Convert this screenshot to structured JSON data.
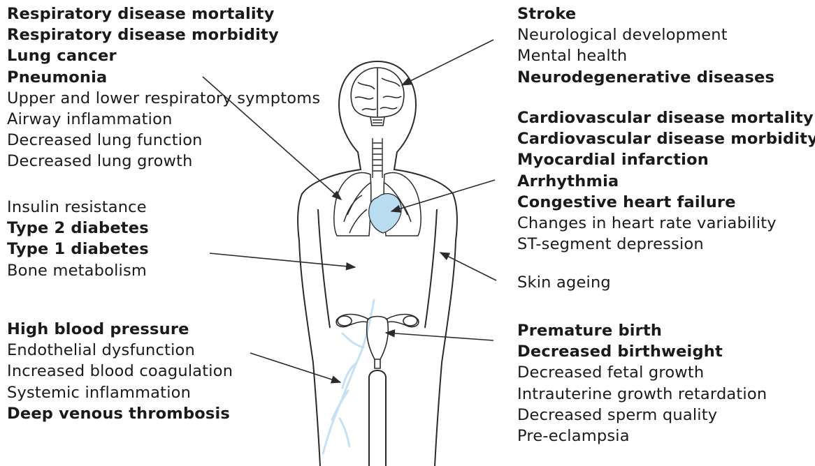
{
  "groups": [
    {
      "id": "respiratory",
      "items": [
        {
          "text": "Respiratory disease mortality",
          "bold": true
        },
        {
          "text": "Respiratory disease morbidity",
          "bold": true
        },
        {
          "text": "Lung cancer",
          "bold": true
        },
        {
          "text": "Pneumonia",
          "bold": true
        },
        {
          "text": "Upper and lower respiratory symptoms",
          "bold": false
        },
        {
          "text": "Airway inflammation",
          "bold": false
        },
        {
          "text": "Decreased lung function",
          "bold": false
        },
        {
          "text": "Decreased lung growth",
          "bold": false
        }
      ]
    },
    {
      "id": "metabolic",
      "items": [
        {
          "text": "Insulin resistance",
          "bold": false
        },
        {
          "text": "Type 2 diabetes",
          "bold": true
        },
        {
          "text": "Type 1 diabetes",
          "bold": true
        },
        {
          "text": "Bone metabolism",
          "bold": false
        }
      ]
    },
    {
      "id": "vascular",
      "items": [
        {
          "text": "High blood pressure",
          "bold": true
        },
        {
          "text": "Endothelial dysfunction",
          "bold": false
        },
        {
          "text": "Increased blood coagulation",
          "bold": false
        },
        {
          "text": "Systemic inflammation",
          "bold": false
        },
        {
          "text": "Deep venous thrombosis",
          "bold": true
        }
      ]
    },
    {
      "id": "neurological",
      "items": [
        {
          "text": "Stroke",
          "bold": true
        },
        {
          "text": "Neurological development",
          "bold": false
        },
        {
          "text": "Mental health",
          "bold": false
        },
        {
          "text": "Neurodegenerative diseases",
          "bold": true
        }
      ]
    },
    {
      "id": "cardiovascular",
      "items": [
        {
          "text": "Cardiovascular disease mortality",
          "bold": true
        },
        {
          "text": "Cardiovascular disease morbidity",
          "bold": true
        },
        {
          "text": "Myocardial infarction",
          "bold": true
        },
        {
          "text": "Arrhythmia",
          "bold": true
        },
        {
          "text": "Congestive heart failure",
          "bold": true
        },
        {
          "text": "Changes in heart rate variability",
          "bold": false
        },
        {
          "text": "ST-segment depression",
          "bold": false
        }
      ]
    },
    {
      "id": "skin",
      "items": [
        {
          "text": "Skin ageing",
          "bold": false
        }
      ]
    },
    {
      "id": "reproductive",
      "items": [
        {
          "text": "Premature birth",
          "bold": true
        },
        {
          "text": "Decreased birthweight",
          "bold": true
        },
        {
          "text": "Decreased fetal growth",
          "bold": false
        },
        {
          "text": "Intrauterine growth retardation",
          "bold": false
        },
        {
          "text": "Decreased sperm quality",
          "bold": false
        },
        {
          "text": "Pre-eclampsia",
          "bold": false
        }
      ]
    }
  ],
  "colors": {
    "text": "#1a1a1a",
    "outline": "#2b2b2b",
    "heart": "#b9dcf0",
    "veins": "#c5e1f3"
  }
}
